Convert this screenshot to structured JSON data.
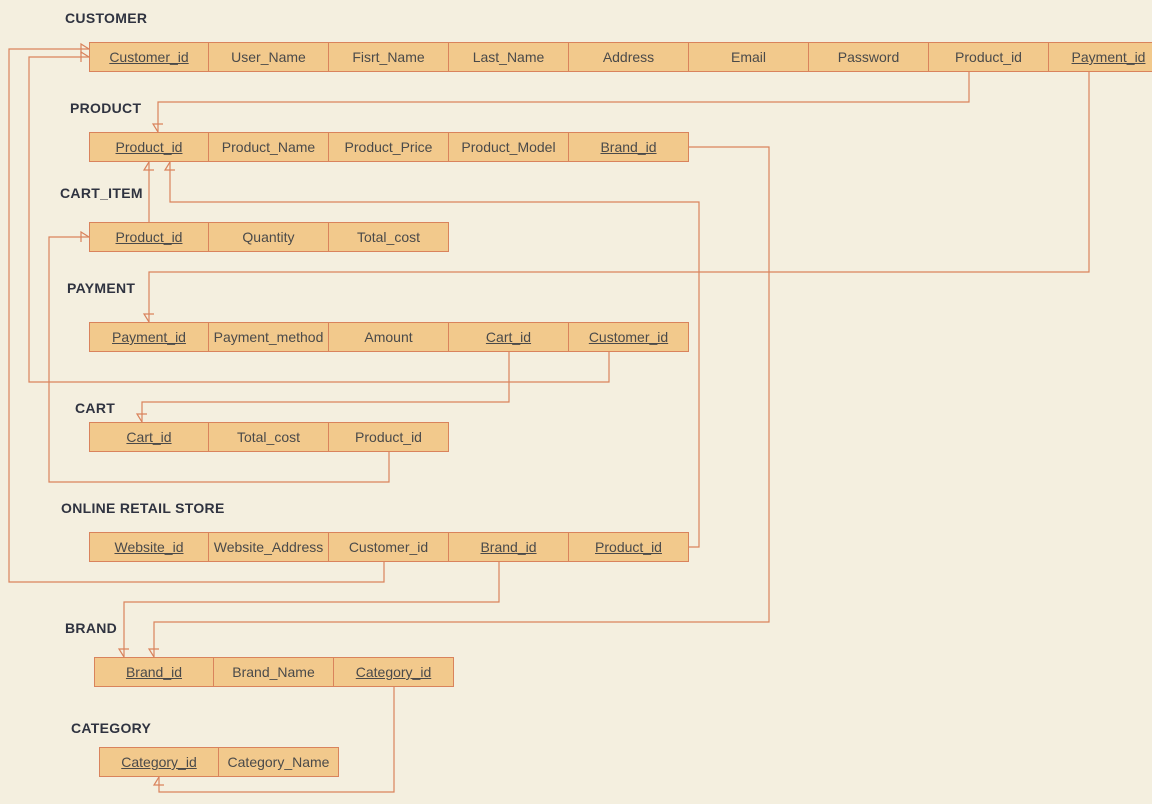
{
  "diagram": {
    "colors": {
      "background": "#f4efdf",
      "cell_fill": "#f2c98c",
      "cell_border": "#d9835c",
      "connector": "#d9835c",
      "title_text": "#2f3340"
    },
    "tables": [
      {
        "id": "customer",
        "name": "CUSTOMER",
        "fields": [
          {
            "label": "Customer_id",
            "key": true
          },
          {
            "label": "User_Name",
            "key": false
          },
          {
            "label": "Fisrt_Name",
            "key": false
          },
          {
            "label": "Last_Name",
            "key": false
          },
          {
            "label": "Address",
            "key": false
          },
          {
            "label": "Email",
            "key": false
          },
          {
            "label": "Password",
            "key": false
          },
          {
            "label": "Product_id",
            "key": false
          },
          {
            "label": "Payment_id",
            "key": true
          }
        ]
      },
      {
        "id": "product",
        "name": "PRODUCT",
        "fields": [
          {
            "label": "Product_id",
            "key": true
          },
          {
            "label": "Product_Name",
            "key": false
          },
          {
            "label": "Product_Price",
            "key": false
          },
          {
            "label": "Product_Model",
            "key": false
          },
          {
            "label": "Brand_id",
            "key": true
          }
        ]
      },
      {
        "id": "cart-item",
        "name": "CART_ITEM",
        "fields": [
          {
            "label": "Product_id",
            "key": true
          },
          {
            "label": "Quantity",
            "key": false
          },
          {
            "label": "Total_cost",
            "key": false
          }
        ]
      },
      {
        "id": "payment",
        "name": "PAYMENT",
        "fields": [
          {
            "label": "Payment_id",
            "key": true
          },
          {
            "label": "Payment_method",
            "key": false
          },
          {
            "label": "Amount",
            "key": false
          },
          {
            "label": "Cart_id",
            "key": true
          },
          {
            "label": "Customer_id",
            "key": true
          }
        ]
      },
      {
        "id": "cart",
        "name": "CART",
        "fields": [
          {
            "label": "Cart_id",
            "key": true
          },
          {
            "label": "Total_cost",
            "key": false
          },
          {
            "label": "Product_id",
            "key": false
          }
        ]
      },
      {
        "id": "online-retail-store",
        "name": "ONLINE RETAIL STORE",
        "fields": [
          {
            "label": "Website_id",
            "key": true
          },
          {
            "label": "Website_Address",
            "key": false
          },
          {
            "label": "Customer_id",
            "key": false
          },
          {
            "label": "Brand_id",
            "key": true
          },
          {
            "label": "Product_id",
            "key": true
          }
        ]
      },
      {
        "id": "brand",
        "name": "BRAND",
        "fields": [
          {
            "label": "Brand_id",
            "key": true
          },
          {
            "label": "Brand_Name",
            "key": false
          },
          {
            "label": "Category_id",
            "key": true
          }
        ]
      },
      {
        "id": "category",
        "name": "CATEGORY",
        "fields": [
          {
            "label": "Category_id",
            "key": true
          },
          {
            "label": "Category_Name",
            "key": false
          }
        ]
      }
    ],
    "relationships": [
      {
        "from": "customer.Product_id",
        "to": "product.Product_id"
      },
      {
        "from": "customer.Payment_id",
        "to": "payment.Payment_id"
      },
      {
        "from": "product.Brand_id",
        "to": "brand.Brand_id"
      },
      {
        "from": "cart-item.Product_id",
        "to": "product.Product_id"
      },
      {
        "from": "payment.Cart_id",
        "to": "cart.Cart_id"
      },
      {
        "from": "payment.Customer_id",
        "to": "customer.Customer_id"
      },
      {
        "from": "cart.Product_id",
        "to": "cart-item.Product_id"
      },
      {
        "from": "online-retail-store.Customer_id",
        "to": "customer.Customer_id"
      },
      {
        "from": "online-retail-store.Brand_id",
        "to": "brand.Brand_id"
      },
      {
        "from": "online-retail-store.Product_id",
        "to": "product.Product_id"
      },
      {
        "from": "brand.Category_id",
        "to": "category.Category_id"
      }
    ]
  }
}
